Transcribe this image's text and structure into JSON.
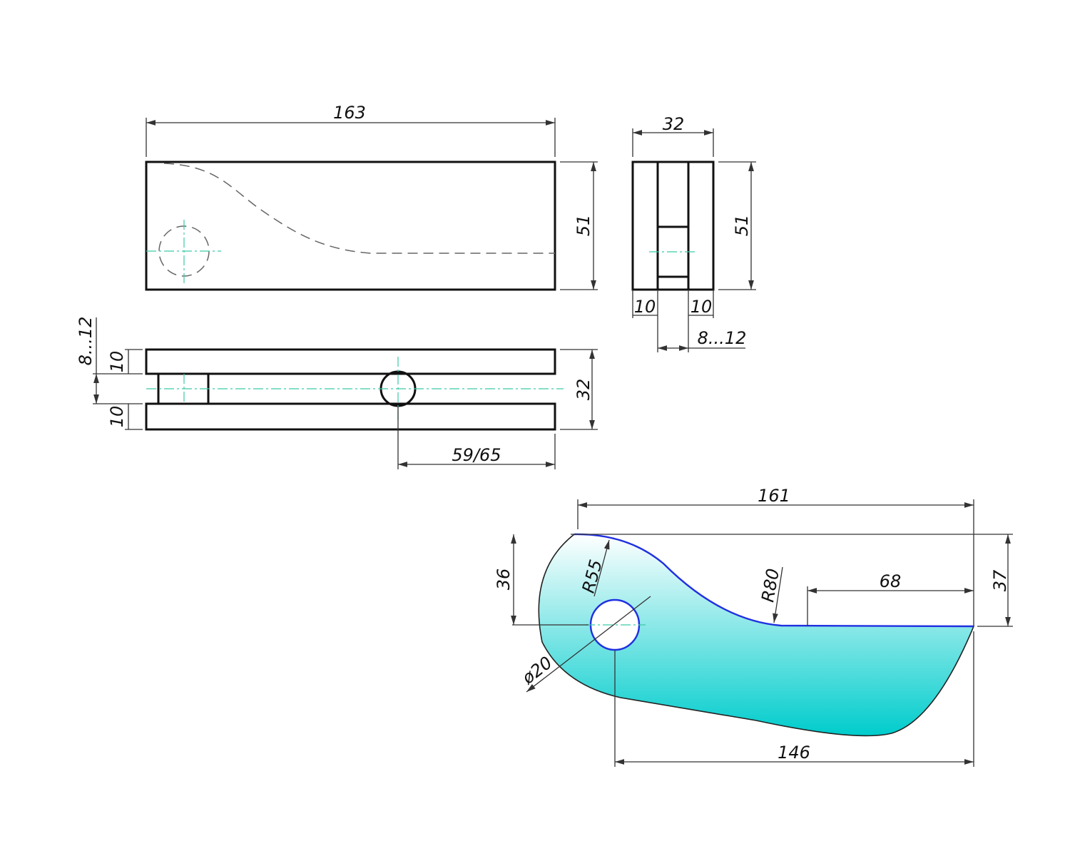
{
  "dimensions": {
    "front_length": "163",
    "front_height": "51",
    "side_width": "32",
    "side_height": "51",
    "side_wall_left": "10",
    "side_wall_right": "10",
    "side_gap": "8...12",
    "top_wall_upper": "10",
    "top_wall_lower": "10",
    "top_gap": "8...12",
    "top_width": "32",
    "hole_position": "59/65",
    "profile_length": "161",
    "profile_left_height": "36",
    "profile_right_height": "37",
    "profile_flat": "68",
    "profile_bottom": "146",
    "radius_small": "R55",
    "radius_large": "R80",
    "hole_diameter": "ø20"
  },
  "colors": {
    "fill_bottom": "#00cccc",
    "fill_top": "#ffffff",
    "edge": "#2030e0",
    "centerline": "#3cc9a8"
  }
}
